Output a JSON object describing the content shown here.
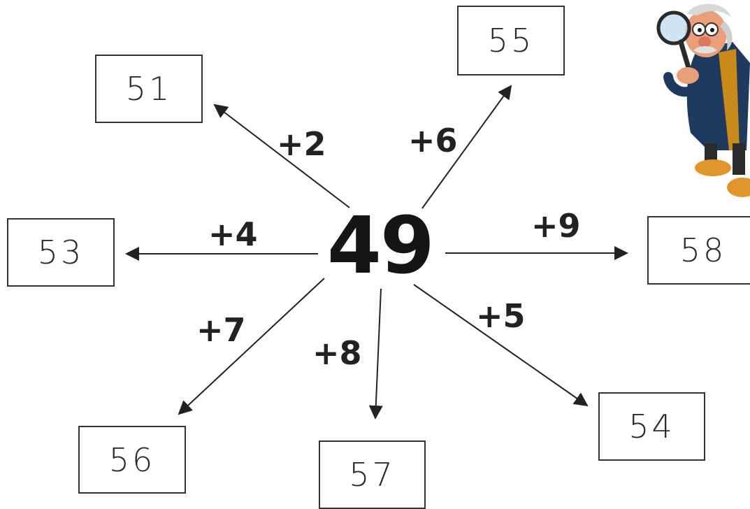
{
  "center": "49",
  "nodes": [
    {
      "id": "n51",
      "value": "51",
      "op": "+2"
    },
    {
      "id": "n55",
      "value": "55",
      "op": "+6"
    },
    {
      "id": "n53",
      "value": "53",
      "op": "+4"
    },
    {
      "id": "n58",
      "value": "58",
      "op": "+9"
    },
    {
      "id": "n56",
      "value": "56",
      "op": "+7"
    },
    {
      "id": "n57",
      "value": "57",
      "op": "+8"
    },
    {
      "id": "n54",
      "value": "54",
      "op": "+5"
    }
  ],
  "colors": {
    "ink": "#222222",
    "box_border": "#333333",
    "coat": "#1f3a5f"
  },
  "icons": [
    "detective-magnifier-icon"
  ]
}
